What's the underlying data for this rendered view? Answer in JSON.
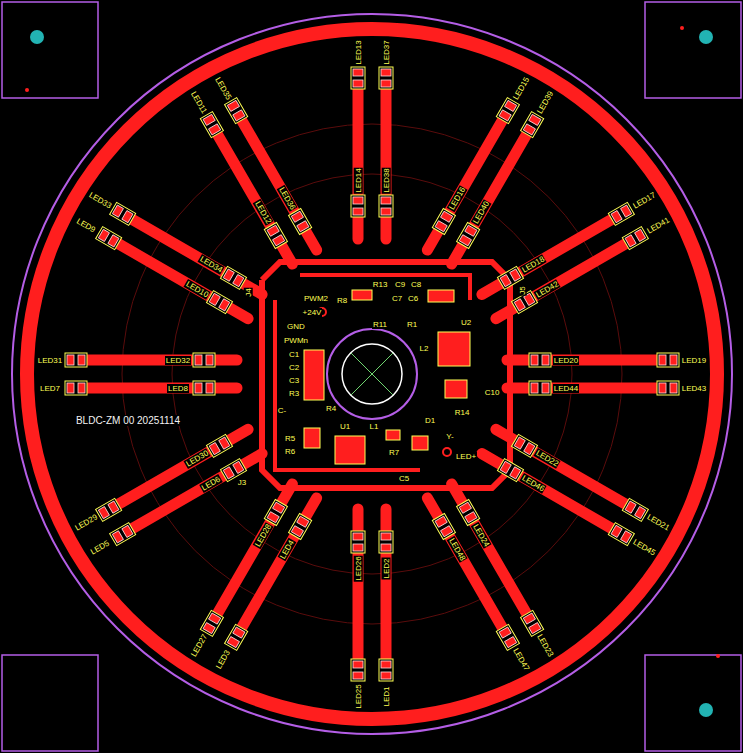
{
  "diagram": {
    "labels": [
      "LED1",
      "LED25",
      "LED2",
      "LED26",
      "LED3",
      "LED27",
      "LED4",
      "LED28",
      "LED5",
      "LED29",
      "LED6",
      "LED30",
      "LED7",
      "LED31",
      "LED8",
      "LED32",
      "LED9",
      "LED33",
      "LED10",
      "LED34",
      "LED11",
      "LED35",
      "LED12",
      "LED36",
      "LED13",
      "LED37",
      "LED14",
      "LED38",
      "LED15",
      "LED39",
      "LED16",
      "LED40",
      "LED17",
      "LED41",
      "LED18",
      "LED42",
      "LED19",
      "LED43",
      "LED20",
      "LED44",
      "LED21",
      "LED45",
      "LED22",
      "LED46",
      "LED23",
      "LED47",
      "LED24",
      "LED48",
      "BLDC-ZM 00 20251114",
      "PWM2",
      "+24V",
      "GND",
      "PWMn",
      "C1",
      "C2",
      "C3",
      "R3",
      "R4",
      "C-",
      "R5",
      "R6",
      "U1",
      "L1",
      "R7",
      "C5",
      "D1",
      "Y-",
      "LED+",
      "R14",
      "C10",
      "U2",
      "L2",
      "R11",
      "R1",
      "R8",
      "R13",
      "C9",
      "C8",
      "C7",
      "C6",
      "J3",
      "J4",
      "J5"
    ]
  }
}
